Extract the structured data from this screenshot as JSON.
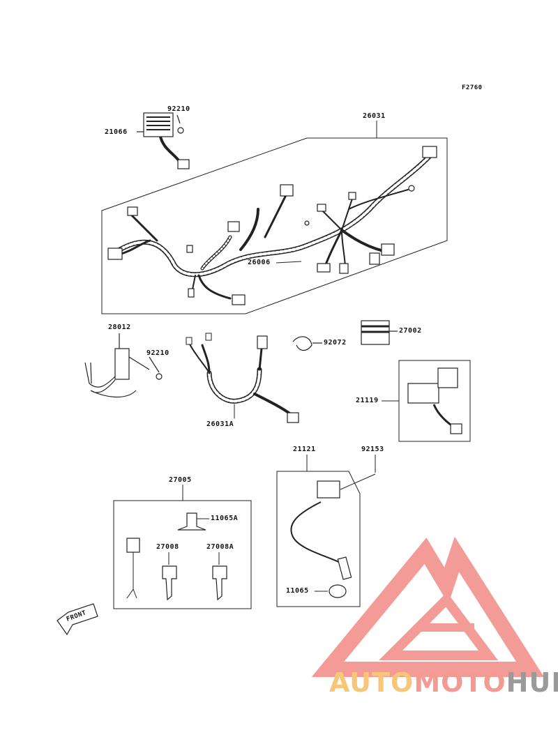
{
  "figure_code": "F2760",
  "labels": {
    "p21066": "21066",
    "p92210_top": "92210",
    "p26031": "26031",
    "p26006": "26006",
    "p28012": "28012",
    "p92210_mid": "92210",
    "p92072": "92072",
    "p27002": "27002",
    "p26031A": "26031A",
    "p21119": "21119",
    "p21121": "21121",
    "p92153": "92153",
    "p27005": "27005",
    "p11065A": "11065A",
    "p27008": "27008",
    "p27008A": "27008A",
    "p11065": "11065"
  },
  "front_label": "FRONT",
  "watermark": {
    "part1": "AUTO",
    "part2": "MOTO",
    "part3": "HUB",
    "colors": {
      "logo": "#f28a85",
      "auto": "#f7c678",
      "moto": "#f39a92",
      "hub": "#9a9a9a"
    }
  }
}
